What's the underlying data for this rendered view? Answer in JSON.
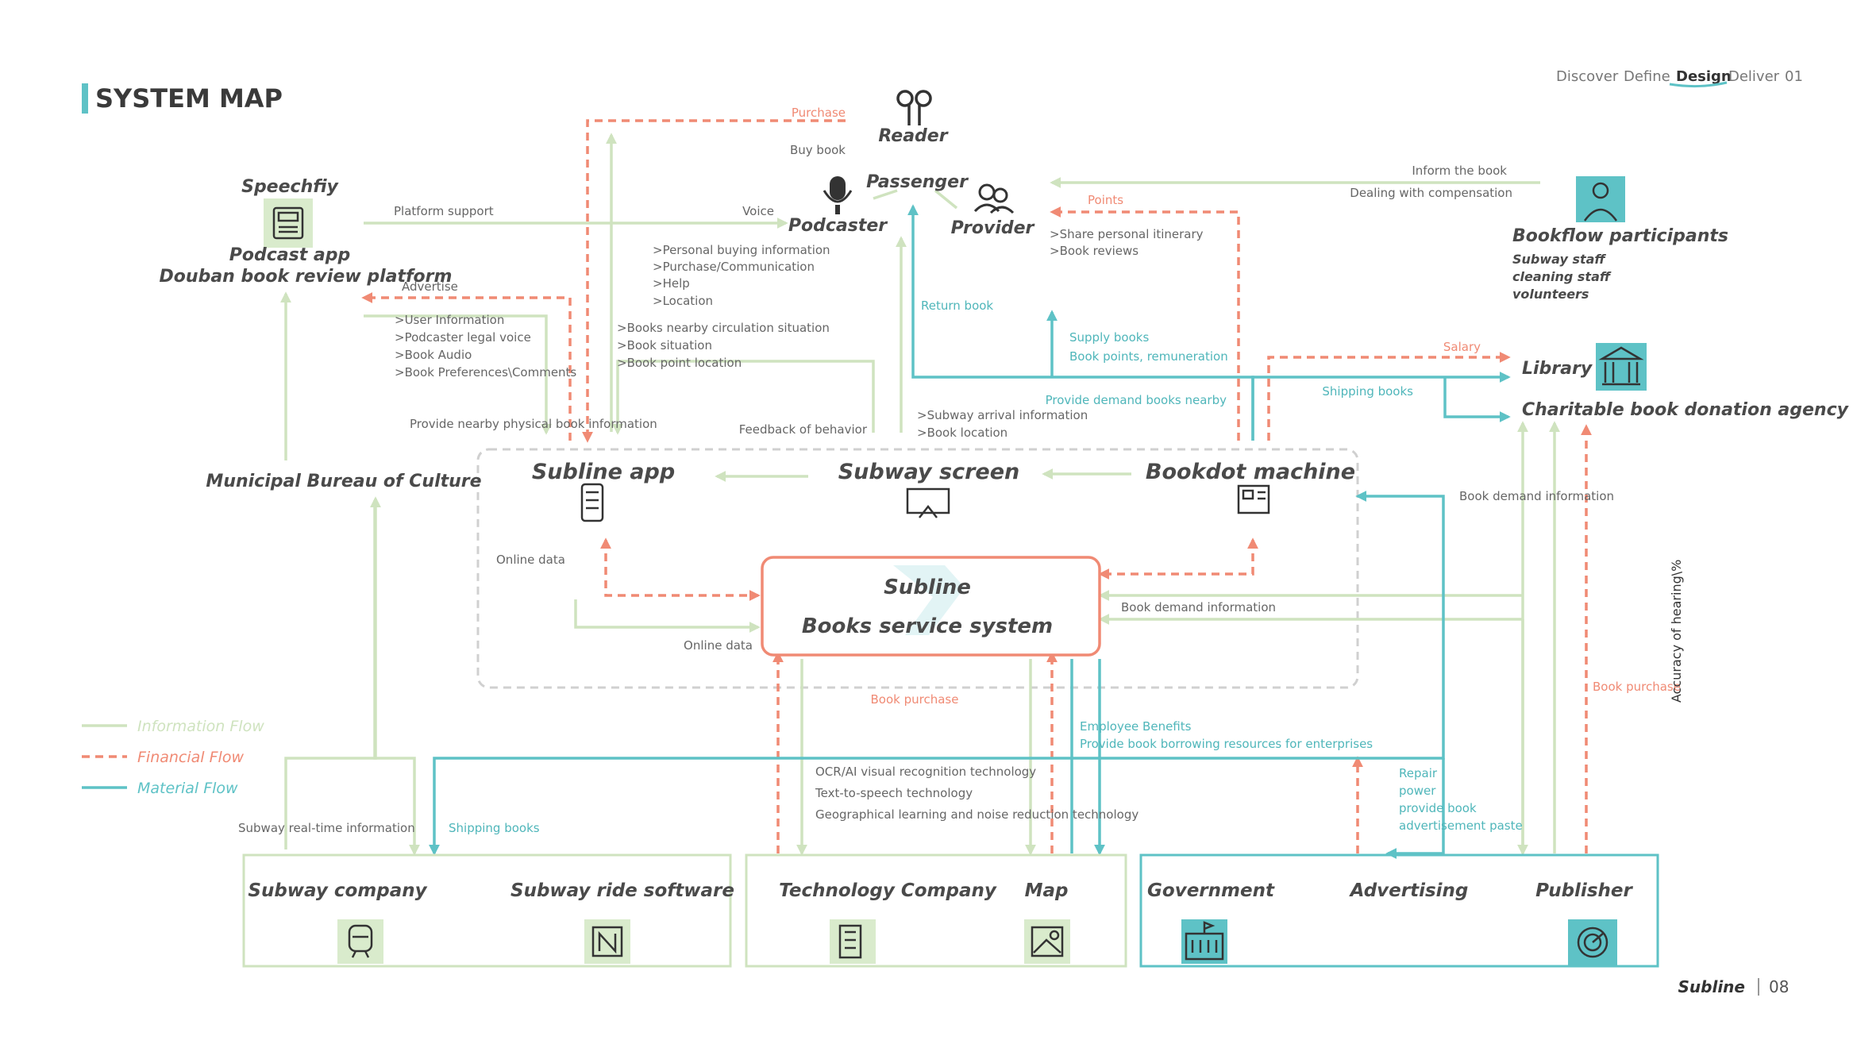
{
  "header": {
    "title": "SYSTEM MAP",
    "nav": [
      "Discover",
      "Define",
      "Design",
      "Deliver"
    ],
    "nav_active": "Design",
    "section_no": "01",
    "footer_brand": "Subline",
    "page_no": "08"
  },
  "actors": {
    "reader": "Reader",
    "passenger": "Passenger",
    "podcaster": "Podcaster",
    "provider": "Provider",
    "speechfiy": "Speechfiy",
    "podcast_app": "Podcast app",
    "douban": "Douban book review platform",
    "bureau": "Municipal Bureau of Culture",
    "bookflow": "Bookflow participants",
    "bookflow_sub": [
      "Subway staff",
      "cleaning staff",
      "volunteers"
    ],
    "library": "Library",
    "charity": "Charitable book donation agency",
    "subline_app": "Subline app",
    "subway_screen": "Subway screen",
    "bookdot": "Bookdot machine",
    "core_title": "Subline",
    "core_sub": "Books service system",
    "subway_company": "Subway company",
    "subway_ride": "Subway ride software",
    "tech_company": "Technology Company",
    "map": "Map",
    "government": "Government",
    "advertising": "Advertising",
    "publisher": "Publisher"
  },
  "flow_labels": {
    "purchase": "Purchase",
    "buy_book": "Buy book",
    "platform_support": "Platform support",
    "voice": "Voice",
    "podcaster_info": [
      ">Personal buying information",
      ">Purchase/Communication",
      ">Help",
      ">Location"
    ],
    "advertise": "Advertise",
    "speech_info": [
      ">User Information",
      ">Podcaster legal voice",
      ">Book Audio",
      ">Book Preferences\\Comments"
    ],
    "books_nearby": [
      ">Books nearby circulation situation",
      ">Book situation",
      ">Book point location"
    ],
    "provide_nearby": "Provide nearby physical book information",
    "feedback": "Feedback of behavior",
    "subway_arrival": [
      ">Subway arrival information",
      ">Book location"
    ],
    "return_book": "Return book",
    "inform_book": "Inform the book",
    "dealing": "Dealing with compensation",
    "points": "Points",
    "share": [
      ">Share personal itinerary",
      ">Book reviews"
    ],
    "supply_books": "Supply books",
    "book_points": "Book points, remuneration",
    "salary": "Salary",
    "shipping_books": "Shipping books",
    "provide_demand": "Provide demand books nearby",
    "book_demand": "Book demand information",
    "online_data": "Online data",
    "book_purchase": "Book purchase",
    "employee_benefits": "Employee Benefits",
    "provide_borrowing": "Provide book borrowing resources for enterprises",
    "tech_list": [
      "OCR/AI visual recognition technology",
      "Text-to-speech technology",
      "Geographical learning and noise reduction technology"
    ],
    "repair": [
      "Repair",
      "power",
      "provide book",
      "advertisement paste"
    ],
    "subway_realtime": "Subway real-time information",
    "accuracy": "Accuracy of hearing\\%"
  },
  "legend": [
    {
      "label": "Information Flow",
      "color": "#cfe3bf",
      "style": "solid"
    },
    {
      "label": "Financial Flow",
      "color": "#f08a74",
      "style": "dashed"
    },
    {
      "label": "Material Flow",
      "color": "#5ec2c6",
      "style": "solid"
    }
  ],
  "colors": {
    "info": "#cfe3bf",
    "finance": "#f08a74",
    "material": "#5ec2c6",
    "title_accent": "#5ec2c6",
    "core_border": "#f08a74"
  }
}
